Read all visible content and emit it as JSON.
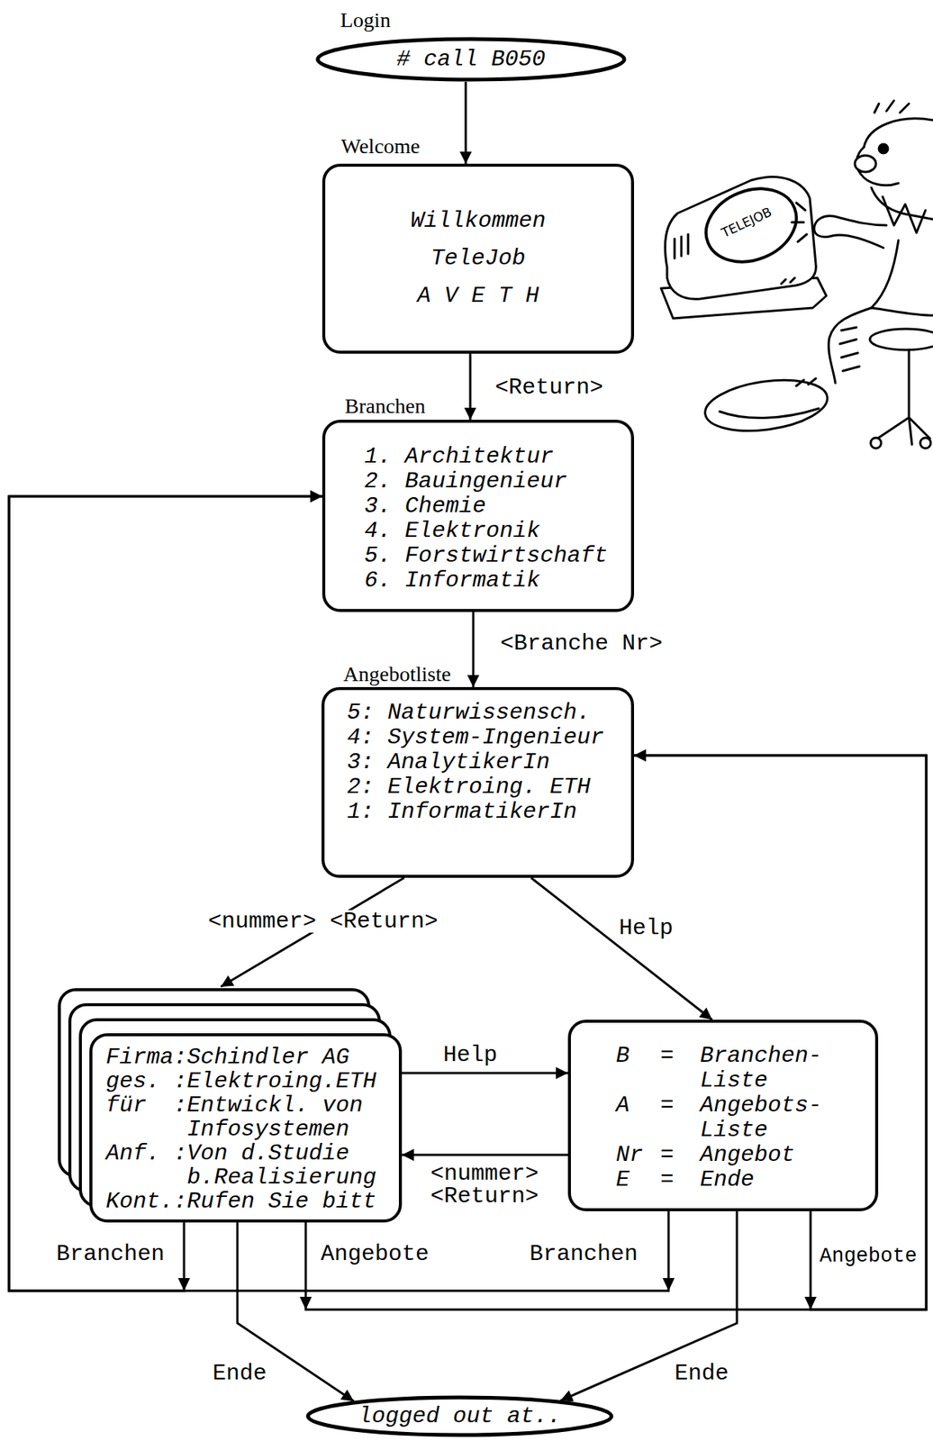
{
  "diagram": {
    "nodes": [
      {
        "text": [
          "Login",
          "# call B050"
        ]
      },
      {
        "text": [
          "Welcome",
          "Willkommen",
          "TeleJob",
          "A V E T H"
        ]
      },
      {
        "text": [
          "Branchen",
          "1. Architektur",
          "2. Bauingenieur",
          "3. Chemie",
          "4. Elektronik",
          "5. Forstwirtschaft",
          "6. Informatik"
        ]
      },
      {
        "text": [
          "Angebotliste",
          "5: Naturwissensch.",
          "4: System-Ingenieur",
          "3: AnalytikerIn",
          "2: Elektroing. ETH",
          "1: InformatikerIn"
        ]
      },
      {
        "text": [
          "Firma:Schindler AG",
          "ges. :Elektroing.ETH",
          "für  :Entwickl. von Infosystemen",
          "Anf. :Von d.Studie b.Realisierung",
          "Kont.:Rufen Sie bitt"
        ]
      },
      {
        "text": [
          "B",
          "=",
          "Branchen- Liste",
          "A",
          "=",
          "Angebots- Liste",
          "Nr",
          "=",
          "Angebot",
          "E",
          "=",
          "Ende"
        ]
      },
      {
        "text": [
          "logged out at.."
        ]
      }
    ],
    "edges": [
      {
        "from": 0,
        "to": 1,
        "arrow": "to"
      },
      {
        "from": 1,
        "to": 2,
        "label": "<Return>",
        "arrow": "to"
      },
      {
        "from": 2,
        "to": 3,
        "label": "<Branche Nr>",
        "arrow": "to"
      },
      {
        "from": 3,
        "to": 4,
        "label": "<nummer> <Return>",
        "arrow": "to"
      },
      {
        "from": 3,
        "to": 5,
        "label": "Help",
        "arrow": "to"
      },
      {
        "from": 4,
        "to": 5,
        "label": "Help",
        "arrow": "to"
      },
      {
        "from": 5,
        "to": 4,
        "label": "<nummer> <Return>",
        "arrow": "to"
      },
      {
        "from": 4,
        "to": 2,
        "label": "Branchen",
        "arrow": "to"
      },
      {
        "from": 5,
        "to": 2,
        "label": "Branchen",
        "arrow": "to"
      },
      {
        "from": 4,
        "to": 3,
        "label": "Angebote",
        "arrow": "to"
      },
      {
        "from": 5,
        "to": 3,
        "label": "Angebote",
        "arrow": "to"
      },
      {
        "from": 4,
        "to": 6,
        "label": "Ende",
        "arrow": "to"
      },
      {
        "from": 5,
        "to": 6,
        "label": "Ende",
        "arrow": "to"
      }
    ],
    "labels": [
      "TELEJOB"
    ]
  }
}
